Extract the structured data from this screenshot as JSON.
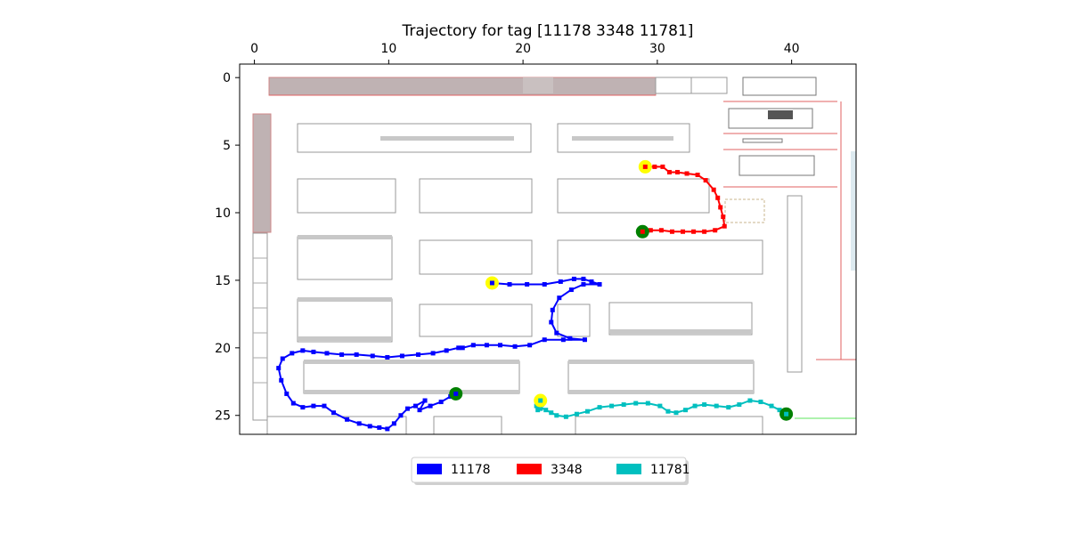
{
  "chart_data": {
    "type": "line",
    "title": "Trajectory for tag [11178  3348 11781]",
    "xlabel": "",
    "ylabel": "",
    "xlim": [
      -1.1,
      44.8
    ],
    "ylim": [
      26.4,
      -1.0
    ],
    "x_axis_position": "top",
    "y_inverted": true,
    "xticks": [
      0,
      10,
      20,
      30,
      40
    ],
    "yticks": [
      0,
      5,
      10,
      15,
      20,
      25
    ],
    "grid": false,
    "background": "floor-plan image",
    "legend_position": "bottom-center",
    "start_marker_color": "#ffff00",
    "end_marker_color": "#008000",
    "series": [
      {
        "name": "11178",
        "color": "#0000ff",
        "points": [
          [
            17.7,
            15.2
          ],
          [
            19.0,
            15.3
          ],
          [
            20.3,
            15.3
          ],
          [
            21.6,
            15.3
          ],
          [
            22.8,
            15.1
          ],
          [
            23.8,
            14.9
          ],
          [
            24.5,
            14.9
          ],
          [
            25.1,
            15.1
          ],
          [
            25.7,
            15.3
          ],
          [
            24.5,
            15.3
          ],
          [
            23.6,
            15.7
          ],
          [
            22.7,
            16.3
          ],
          [
            22.2,
            17.2
          ],
          [
            22.1,
            18.1
          ],
          [
            22.5,
            18.9
          ],
          [
            23.5,
            19.3
          ],
          [
            24.6,
            19.4
          ],
          [
            23.0,
            19.4
          ],
          [
            21.6,
            19.4
          ],
          [
            20.5,
            19.8
          ],
          [
            19.4,
            19.9
          ],
          [
            18.3,
            19.8
          ],
          [
            17.3,
            19.8
          ],
          [
            16.3,
            19.8
          ],
          [
            15.5,
            20.0
          ],
          [
            15.2,
            20.0
          ],
          [
            14.3,
            20.2
          ],
          [
            13.3,
            20.4
          ],
          [
            12.2,
            20.5
          ],
          [
            11.0,
            20.6
          ],
          [
            9.9,
            20.7
          ],
          [
            8.8,
            20.6
          ],
          [
            7.6,
            20.5
          ],
          [
            6.5,
            20.5
          ],
          [
            5.4,
            20.4
          ],
          [
            4.4,
            20.3
          ],
          [
            3.6,
            20.2
          ],
          [
            2.8,
            20.4
          ],
          [
            2.1,
            20.8
          ],
          [
            1.8,
            21.5
          ],
          [
            2.0,
            22.4
          ],
          [
            2.4,
            23.4
          ],
          [
            2.9,
            24.1
          ],
          [
            3.6,
            24.4
          ],
          [
            4.4,
            24.3
          ],
          [
            5.2,
            24.3
          ],
          [
            5.9,
            24.8
          ],
          [
            6.9,
            25.3
          ],
          [
            7.8,
            25.6
          ],
          [
            8.6,
            25.8
          ],
          [
            9.3,
            25.9
          ],
          [
            9.9,
            26.0
          ],
          [
            10.4,
            25.6
          ],
          [
            10.9,
            25.0
          ],
          [
            11.4,
            24.5
          ],
          [
            12.0,
            24.3
          ],
          [
            12.7,
            23.9
          ],
          [
            12.3,
            24.6
          ],
          [
            13.1,
            24.3
          ],
          [
            13.9,
            24.0
          ],
          [
            14.6,
            23.6
          ],
          [
            15.0,
            23.4
          ]
        ]
      },
      {
        "name": "3348",
        "color": "#ff0000",
        "points": [
          [
            29.1,
            6.6
          ],
          [
            29.8,
            6.6
          ],
          [
            30.4,
            6.6
          ],
          [
            30.9,
            7.0
          ],
          [
            31.5,
            7.0
          ],
          [
            32.2,
            7.1
          ],
          [
            33.0,
            7.2
          ],
          [
            33.6,
            7.6
          ],
          [
            34.2,
            8.3
          ],
          [
            34.5,
            8.9
          ],
          [
            34.7,
            9.6
          ],
          [
            34.9,
            10.3
          ],
          [
            35.0,
            11.0
          ],
          [
            34.3,
            11.3
          ],
          [
            33.5,
            11.4
          ],
          [
            32.7,
            11.4
          ],
          [
            31.9,
            11.4
          ],
          [
            31.1,
            11.4
          ],
          [
            30.3,
            11.3
          ],
          [
            29.5,
            11.3
          ],
          [
            28.9,
            11.4
          ]
        ]
      },
      {
        "name": "11781",
        "color": "#00bfbf",
        "points": [
          [
            21.3,
            23.9
          ],
          [
            21.4,
            24.2
          ],
          [
            21.3,
            24.5
          ],
          [
            21.1,
            24.6
          ],
          [
            21.0,
            24.3
          ],
          [
            21.3,
            24.4
          ],
          [
            21.7,
            24.6
          ],
          [
            22.1,
            24.8
          ],
          [
            22.5,
            25.0
          ],
          [
            23.2,
            25.1
          ],
          [
            24.0,
            24.9
          ],
          [
            24.8,
            24.7
          ],
          [
            25.7,
            24.4
          ],
          [
            26.6,
            24.3
          ],
          [
            27.5,
            24.2
          ],
          [
            28.4,
            24.1
          ],
          [
            29.3,
            24.1
          ],
          [
            30.2,
            24.3
          ],
          [
            30.8,
            24.7
          ],
          [
            31.4,
            24.8
          ],
          [
            32.1,
            24.6
          ],
          [
            32.8,
            24.3
          ],
          [
            33.5,
            24.2
          ],
          [
            34.4,
            24.3
          ],
          [
            35.3,
            24.4
          ],
          [
            36.1,
            24.2
          ],
          [
            36.9,
            23.9
          ],
          [
            37.7,
            24.0
          ],
          [
            38.5,
            24.3
          ],
          [
            39.1,
            24.6
          ],
          [
            39.6,
            24.9
          ]
        ]
      }
    ]
  }
}
